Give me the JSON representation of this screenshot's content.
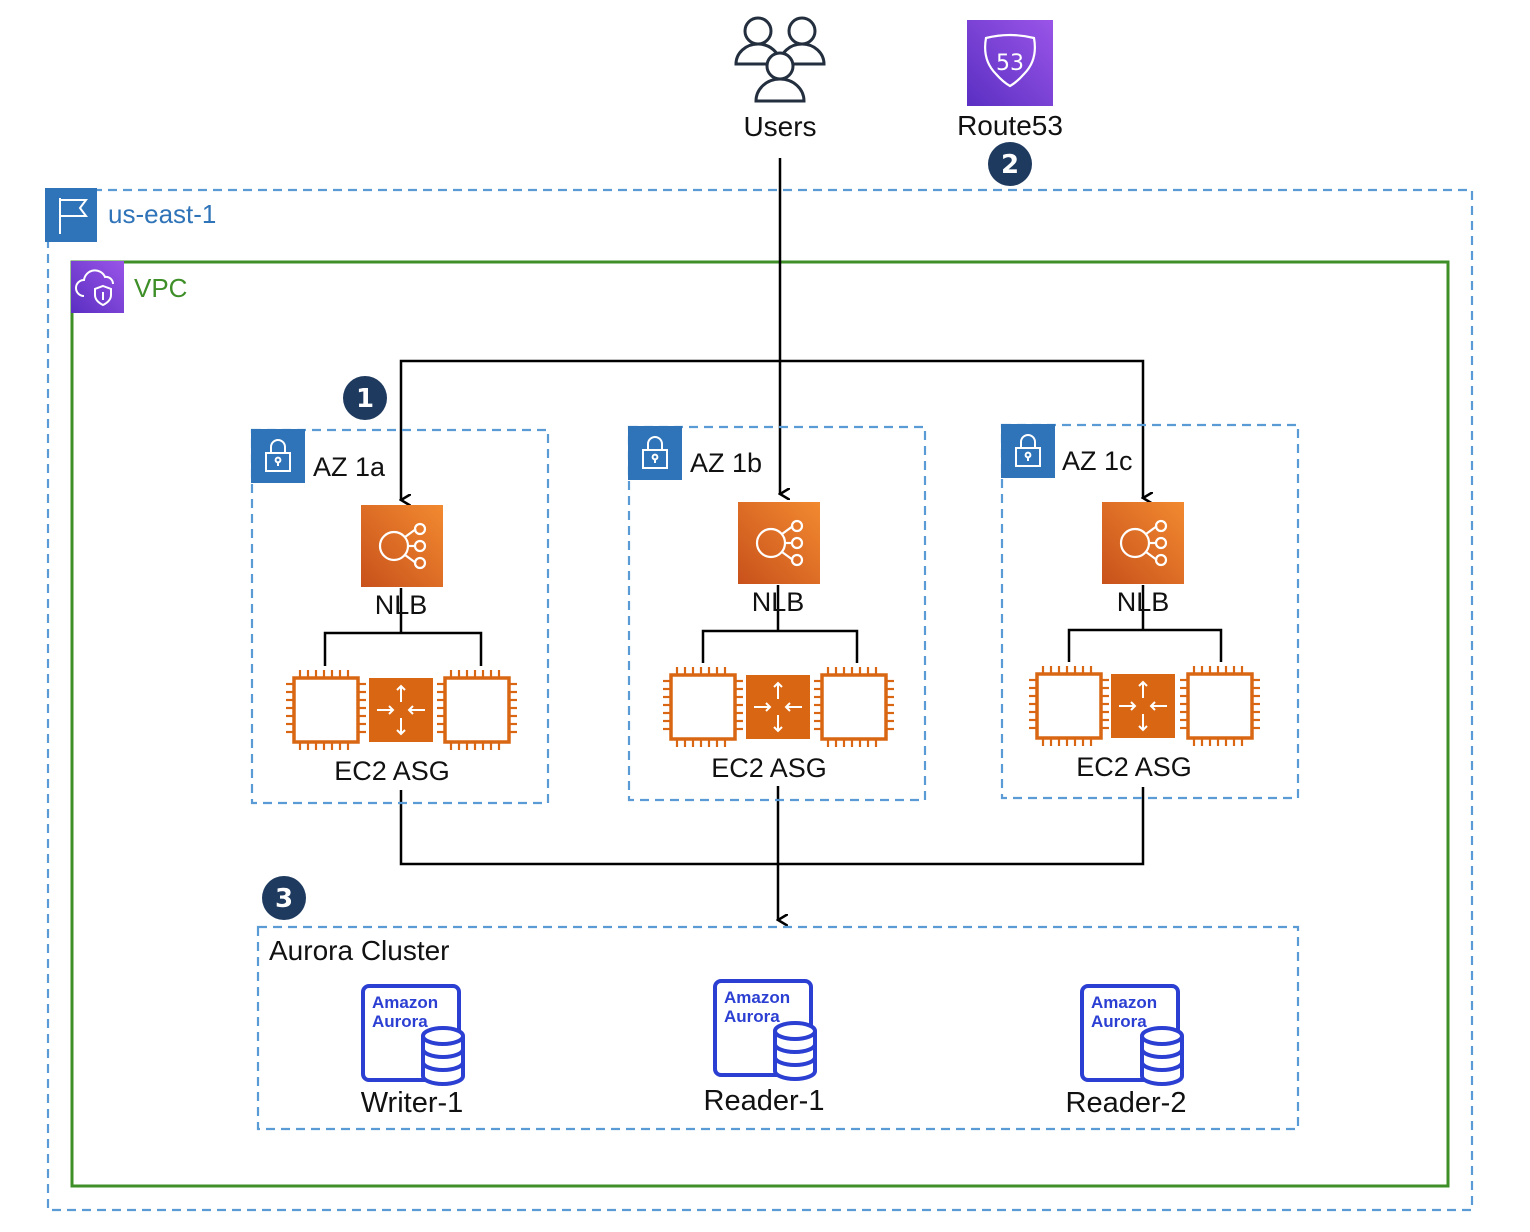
{
  "users": {
    "label": "Users"
  },
  "route53": {
    "label": "Route53",
    "badge_text": "53"
  },
  "region": {
    "label": "us-east-1"
  },
  "vpc": {
    "label": "VPC"
  },
  "steps": [
    "1",
    "2",
    "3"
  ],
  "azs": [
    {
      "label": "AZ 1a",
      "nlb_label": "NLB",
      "asg_label": "EC2 ASG"
    },
    {
      "label": "AZ 1b",
      "nlb_label": "NLB",
      "asg_label": "EC2 ASG"
    },
    {
      "label": "AZ 1c",
      "nlb_label": "NLB",
      "asg_label": "EC2 ASG"
    }
  ],
  "aurora": {
    "label": "Aurora Cluster",
    "logo_line1": "Amazon",
    "logo_line2": "Aurora",
    "nodes": [
      "Writer-1",
      "Reader-1",
      "Reader-2"
    ]
  },
  "colors": {
    "region_border": "#5a9bd5",
    "region_icon": "#2f73b8",
    "vpc_border": "#3f8f29",
    "vpc_icon": "#7d3fd8",
    "route53": "#7d3fd8",
    "nlb": "#e8792b",
    "ec2": "#d86613",
    "aurora": "#2c3fd3",
    "step_badge": "#1e3a5f"
  }
}
